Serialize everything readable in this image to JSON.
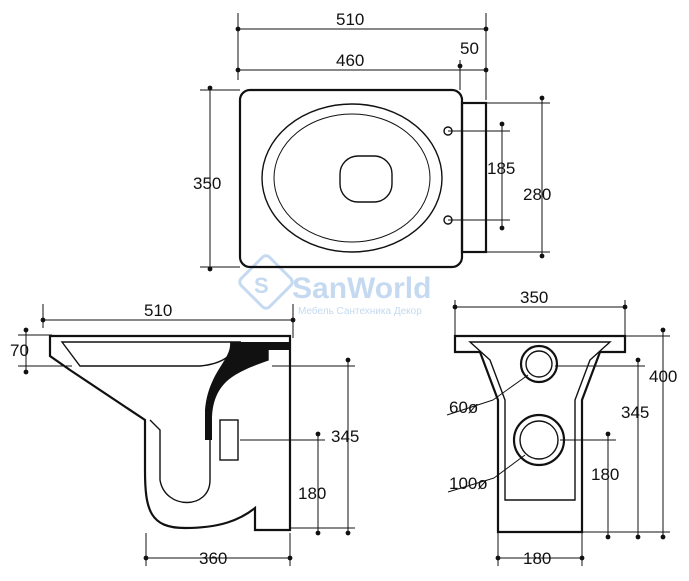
{
  "diagram": {
    "top_view": {
      "overall_width": "510",
      "body_width": "460",
      "tank_offset": "50",
      "depth": "350",
      "fixing_spacing": "185",
      "back_depth": "280"
    },
    "side_view": {
      "length": "510",
      "rim_height": "70",
      "outlet_height": "345",
      "outlet_axis": "180",
      "base_length": "360"
    },
    "rear_view": {
      "width": "350",
      "height": "400",
      "upper_outlet_height": "345",
      "lower_outlet_height": "180",
      "upper_outlet_diameter": "60ø",
      "lower_outlet_diameter": "100ø",
      "base_width": "180"
    }
  },
  "watermark": {
    "title": "SanWorld",
    "subtitle": "Мебель Сантехника Декор"
  }
}
